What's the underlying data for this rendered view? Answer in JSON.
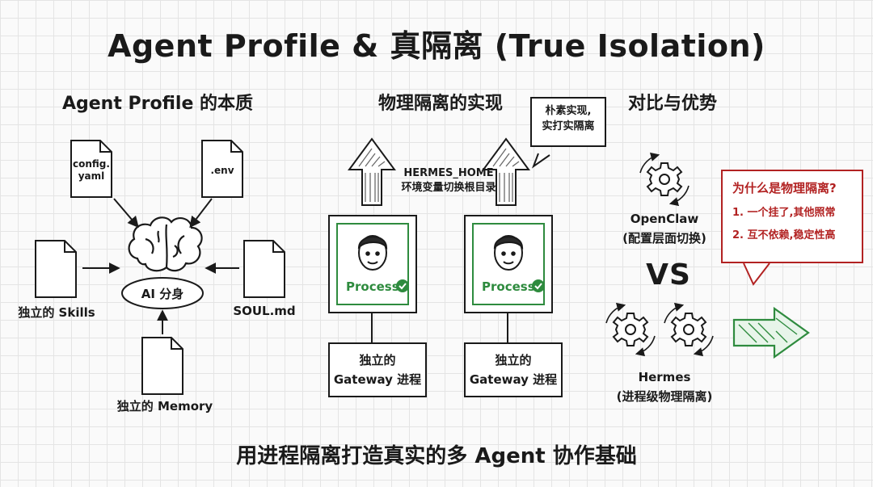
{
  "title": "Agent Profile & 真隔离 (True Isolation)",
  "sections": {
    "profile": {
      "heading": "Agent Profile 的本质",
      "center_label": "AI 分身",
      "docs": {
        "config": "config.\nyaml",
        "env": ".env",
        "skills": "独立的 Skills",
        "soul": "SOUL.md",
        "memory": "独立的 Memory"
      }
    },
    "isolation": {
      "heading": "物理隔离的实现",
      "bubble": "朴素实现,\n实打实隔离",
      "env_label_1": "HERMES_HOME",
      "env_label_2": "环境变量切换根目录",
      "process_label": "Process",
      "gateway_1": "独立的",
      "gateway_2": "Gateway 进程"
    },
    "compare": {
      "heading": "对比与优势",
      "openclaw_name": "OpenClaw",
      "openclaw_desc": "(配置层面切换)",
      "vs": "VS",
      "hermes_name": "Hermes",
      "hermes_desc": "(进程级物理隔离)",
      "why_title": "为什么是物理隔离?",
      "why_items": [
        "1. 一个挂了,其他照常",
        "2. 互不依赖,稳定性高"
      ]
    }
  },
  "footer": "用进程隔离打造真实的多 Agent 协作基础",
  "colors": {
    "accent_green": "#2e8b3e",
    "accent_red": "#b22222",
    "ink": "#1a1a1a"
  }
}
